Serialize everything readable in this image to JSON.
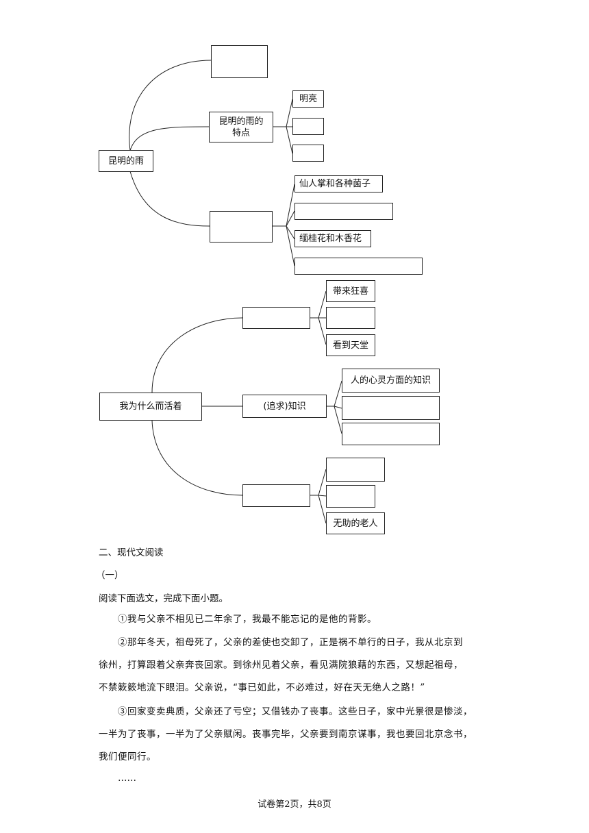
{
  "map1": {
    "root": "昆明的雨",
    "branch_top": "",
    "branch_mid": "昆明的雨的\n特点",
    "branch_bottom": "",
    "mid_leaves": [
      "明亮",
      "",
      ""
    ],
    "bottom_leaves": [
      "仙人掌和各种菌子",
      "",
      "缅桂花和木香花",
      ""
    ]
  },
  "map2": {
    "root": "我为什么而活着",
    "branch_top": "",
    "branch_mid": "(追求)知识",
    "branch_bottom": "",
    "top_leaves": [
      "带来狂喜",
      "",
      "看到天堂"
    ],
    "mid_leaves": [
      "人的心灵方面的知识",
      "",
      ""
    ],
    "bottom_leaves": [
      "",
      "",
      "无助的老人"
    ]
  },
  "section": {
    "heading": "二、现代文阅读",
    "sub": "（一）",
    "instruction": "阅读下面选文，完成下面小题。",
    "p1": "①我与父亲不相见已二年余了，我最不能忘记的是他的背影。",
    "p2_l1": "②那年冬天，祖母死了，父亲的差使也交卸了，正是祸不单行的日子，我从北京到",
    "p2_l2": "徐州，打算跟着父亲奔丧回家。到徐州见着父亲，看见满院狼藉的东西，又想起祖母，",
    "p2_l3": "不禁簌簌地流下眼泪。父亲说，“事已如此，不必难过，好在天无绝人之路！”",
    "p3_l1": "③回家变卖典质，父亲还了亏空；又借钱办了丧事。这些日子，家中光景很是惨淡，",
    "p3_l2": "一半为了丧事，一半为了父亲赋闲。丧事完毕，父亲要到南京谋事，我也要回北京念书，",
    "p3_l3": "我们便同行。",
    "ellipsis": "……"
  },
  "footer": "试卷第2页，共8页"
}
